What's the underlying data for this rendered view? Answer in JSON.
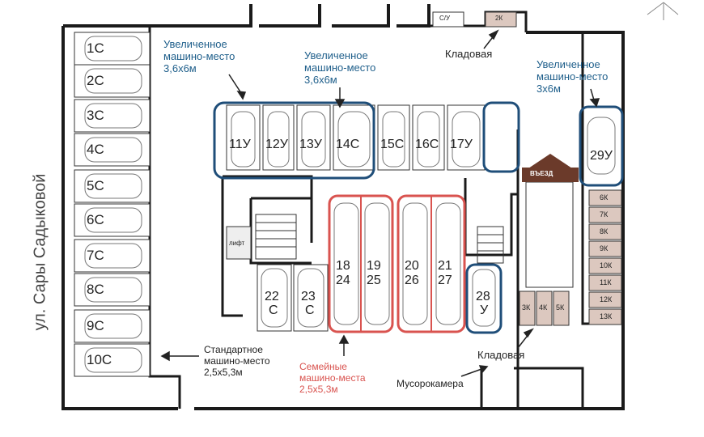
{
  "street": "ул. Сары Садыковой",
  "entrance": "ВЪЕЗД",
  "lift": "лифт",
  "annotations": {
    "enlarged_left": [
      "Увеличенное",
      "машино-место",
      "3,6х6м"
    ],
    "enlarged_center": [
      "Увеличенное",
      "машино-место",
      "3,6х6м"
    ],
    "enlarged_right": [
      "Увеличенное",
      "машино-место",
      "3х6м"
    ],
    "storage_top": "Кладовая",
    "storage_bottom": "Кладовая",
    "standard": [
      "Стандартное",
      "машино-место",
      "2,5х5,3м"
    ],
    "family": [
      "Семейные",
      "машино-места",
      "2,5х5,3м"
    ],
    "garbage": "Мусорокамера"
  },
  "left_spots": [
    "1С",
    "2С",
    "3С",
    "4С",
    "5С",
    "6С",
    "7С",
    "8С",
    "9С",
    "10С"
  ],
  "top_row_spots": [
    "11У",
    "12У",
    "13У",
    "14С",
    "15С",
    "16С",
    "17У"
  ],
  "spot_29": "29У",
  "center_pairs": [
    [
      "22",
      "С"
    ],
    [
      "23",
      "С"
    ]
  ],
  "family_spots": [
    [
      "18",
      "24"
    ],
    [
      "19",
      "25"
    ],
    [
      "20",
      "26"
    ],
    [
      "21",
      "27"
    ]
  ],
  "spot_28": [
    "28",
    "У"
  ],
  "storage_right": [
    "6К",
    "7К",
    "8К",
    "9К",
    "10К",
    "11К",
    "12К",
    "13К"
  ],
  "storage_small": [
    "3К",
    "4К",
    "5К"
  ],
  "storage_top_boxes": [
    "С/У",
    "2К"
  ],
  "colors": {
    "enlarged": "#1f4e79",
    "family": "#d9534f",
    "wall": "#1a1a1a",
    "storage_fill": "#dcc8bf"
  }
}
